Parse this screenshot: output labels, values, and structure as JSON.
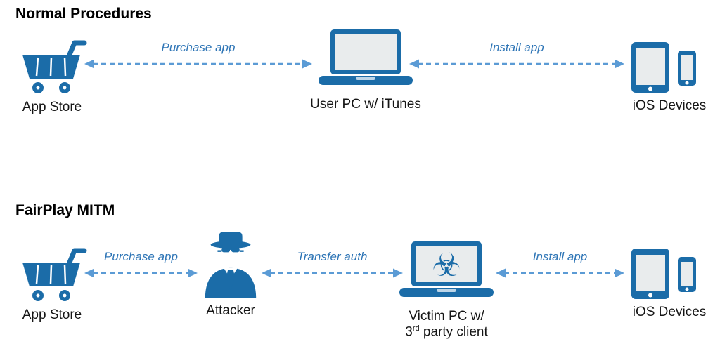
{
  "colors": {
    "icon_blue": "#1b6ca8",
    "arrow_blue": "#5b9bd5",
    "arrow_label_blue": "#2e75b6",
    "heading_black": "#000000",
    "node_label_black": "#151515"
  },
  "normal": {
    "heading": "Normal Procedures",
    "nodes": {
      "app_store": "App Store",
      "user_pc": "User PC w/ iTunes",
      "ios_devices": "iOS Devices"
    },
    "arrows": {
      "purchase": "Purchase app",
      "install": "Install app"
    }
  },
  "mitm": {
    "heading": "FairPlay MITM",
    "nodes": {
      "app_store": "App Store",
      "attacker": "Attacker",
      "victim_line1": "Victim PC w/",
      "victim_3": "3",
      "victim_sup": "rd",
      "victim_rest": " party client",
      "ios_devices": "iOS Devices"
    },
    "arrows": {
      "purchase": "Purchase app",
      "transfer": "Transfer auth",
      "install": "Install app"
    }
  }
}
